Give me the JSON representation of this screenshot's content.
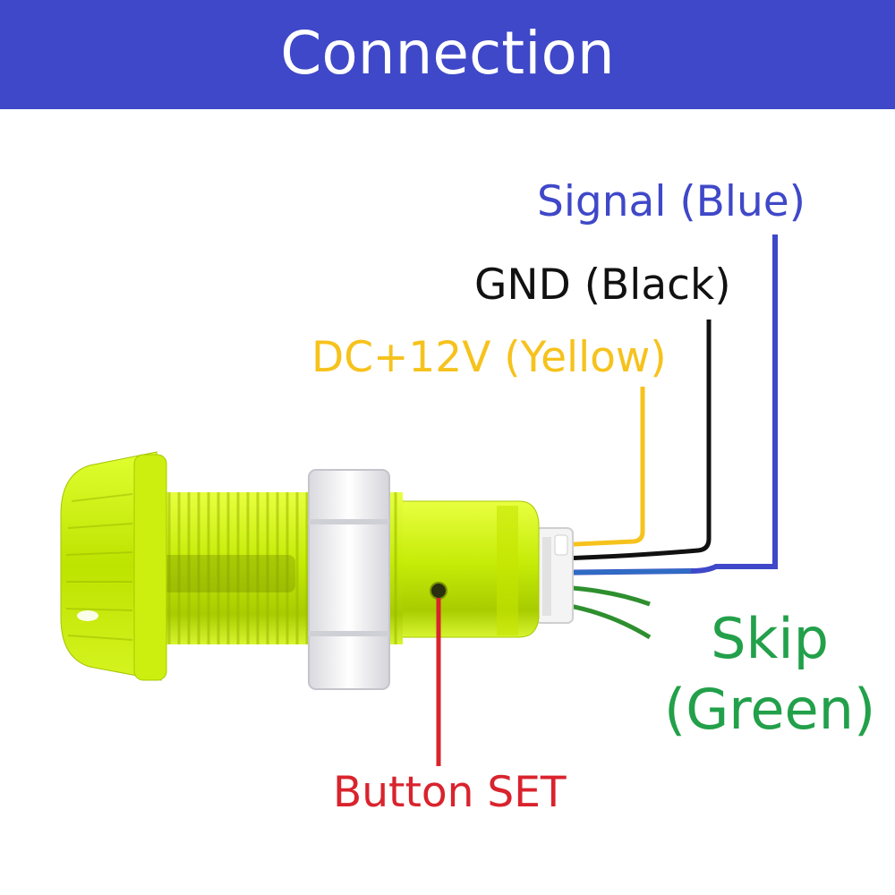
{
  "title": "Connection",
  "labels": {
    "signal": "Signal (Blue)",
    "gnd": "GND (Black)",
    "dc": "DC+12V (Yellow)",
    "skip_line1": "Skip",
    "skip_line2": "(Green)",
    "button": "Button SET"
  },
  "colors": {
    "banner": "#3f48c8",
    "signal": "#3f48c8",
    "gnd": "#111111",
    "dc": "#f6c21c",
    "skip": "#22a04a",
    "button": "#d9232d",
    "button_body": "#c8f000"
  },
  "device": "illuminated-push-button-photo"
}
